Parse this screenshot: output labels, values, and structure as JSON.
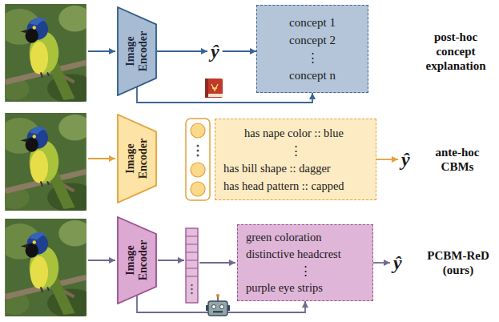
{
  "diagram": {
    "nodes": [
      {
        "text": [
          "Image Encoder"
        ]
      },
      {
        "text": [
          "ŷ"
        ]
      },
      {
        "text": [
          "concept 1",
          "concept 2",
          "⋮",
          "concept n"
        ]
      },
      {
        "text": [
          "Image Encoder"
        ]
      },
      {
        "text": [
          "has nape color :: blue",
          "⋮",
          "has bill shape :: dagger",
          "has head pattern :: capped"
        ]
      },
      {
        "text": [
          "ŷ"
        ]
      },
      {
        "text": [
          "Image Encoder"
        ]
      },
      {
        "text": [
          "green coloration",
          "distinctive headcrest",
          "⋮",
          "purple eye strips"
        ]
      },
      {
        "text": [
          "ŷ"
        ]
      }
    ],
    "edges": [
      {
        "from": 0,
        "to": 1,
        "arrow": "to"
      },
      {
        "from": 1,
        "to": 2,
        "arrow": "to"
      },
      {
        "from": 0,
        "to": 2,
        "arrow": "to"
      },
      {
        "from": 4,
        "to": 5,
        "arrow": "to"
      },
      {
        "from": 6,
        "to": 7,
        "arrow": "to"
      },
      {
        "from": 7,
        "to": 8,
        "arrow": "to"
      }
    ],
    "labels": [
      "post-hoc concept explanation",
      "ante-hoc CBMs",
      "PCBM-ReD (ours)"
    ]
  }
}
